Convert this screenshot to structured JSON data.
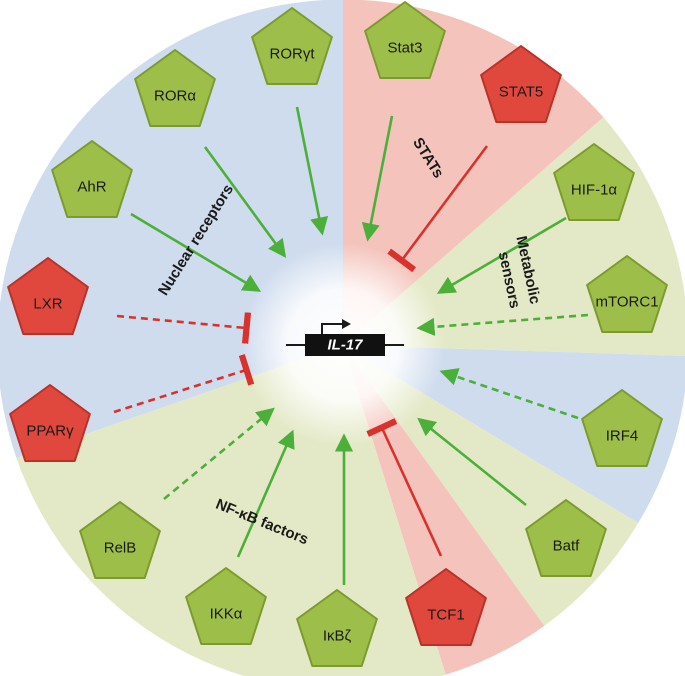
{
  "diagram": {
    "center_gene": "IL-17",
    "groups": [
      {
        "id": "nuclear",
        "label": "Nuclear receptors",
        "color": "#cfdcee"
      },
      {
        "id": "stats",
        "label": "STATs",
        "color": "#f4c4bc"
      },
      {
        "id": "metabolic",
        "label_line1": "Metabolic",
        "label_line2": "sensors",
        "color": "#e3e9c6"
      },
      {
        "id": "nfkb",
        "label": "NF-κB factors",
        "color": "#e3e9c6"
      }
    ],
    "nodes": [
      {
        "id": "rorgt",
        "label": "RORγt",
        "type": "activator",
        "regulation": "activates",
        "line": "solid"
      },
      {
        "id": "stat3",
        "label": "Stat3",
        "type": "activator",
        "regulation": "activates",
        "line": "solid"
      },
      {
        "id": "stat5",
        "label": "STAT5",
        "type": "repressor",
        "regulation": "inhibits",
        "line": "solid"
      },
      {
        "id": "hif1a",
        "label": "HIF-1α",
        "type": "activator",
        "regulation": "activates",
        "line": "solid"
      },
      {
        "id": "mtorc1",
        "label": "mTORC1",
        "type": "activator",
        "regulation": "activates",
        "line": "dashed"
      },
      {
        "id": "irf4",
        "label": "IRF4",
        "type": "activator",
        "regulation": "activates",
        "line": "dashed"
      },
      {
        "id": "batf",
        "label": "Batf",
        "type": "activator",
        "regulation": "activates",
        "line": "solid"
      },
      {
        "id": "tcf1",
        "label": "TCF1",
        "type": "repressor",
        "regulation": "inhibits",
        "line": "solid"
      },
      {
        "id": "ikbz",
        "label": "IκBζ",
        "type": "activator",
        "regulation": "activates",
        "line": "solid"
      },
      {
        "id": "ikka",
        "label": "IKKα",
        "type": "activator",
        "regulation": "activates",
        "line": "solid"
      },
      {
        "id": "relb",
        "label": "RelB",
        "type": "activator",
        "regulation": "activates",
        "line": "dashed"
      },
      {
        "id": "pparg",
        "label": "PPARγ",
        "type": "repressor",
        "regulation": "inhibits",
        "line": "dashed"
      },
      {
        "id": "lxr",
        "label": "LXR",
        "type": "repressor",
        "regulation": "inhibits",
        "line": "dashed"
      },
      {
        "id": "ahr",
        "label": "AhR",
        "type": "activator",
        "regulation": "activates",
        "line": "solid"
      },
      {
        "id": "rora",
        "label": "RORα",
        "type": "activator",
        "regulation": "activates",
        "line": "solid"
      }
    ],
    "colors": {
      "activator_fill": "#9dbf4a",
      "activator_edge": "#7c9a2e",
      "repressor_fill": "#e0473d",
      "repressor_edge": "#b8322a",
      "activation_line": "#4caf3a",
      "inhibition_line": "#d8322c"
    }
  }
}
